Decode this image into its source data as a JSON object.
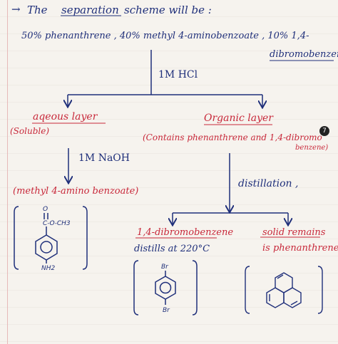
{
  "intro": {
    "arrow": "→",
    "text": "The",
    "underlined": "separation",
    "text2": "scheme will be :"
  },
  "mixture": {
    "line1": "50% phenanthrene , 40% methyl 4-aminobenzoate , 10% 1,4-",
    "line2": "dibromobenzene ."
  },
  "step1": {
    "reagent": "1M HCl"
  },
  "aqueous": {
    "title": "aqeous layer",
    "note": "(Soluble)"
  },
  "organic": {
    "title": "Organic layer",
    "note_line1": "(Contains phenanthrene and 1,4-dibromo",
    "note_line2": "benzene)"
  },
  "step2": {
    "reagent": "1M NaOH"
  },
  "product_aq": {
    "label": "(methyl 4-amino benzoate)"
  },
  "step3": {
    "process": "distillation ,"
  },
  "distill": {
    "line1": "1,4-dibromobenzene",
    "line2": "distills at 220°C"
  },
  "remain": {
    "line1": "solid remains",
    "line2": "is phenanthrene ."
  },
  "structures": {
    "ester_group": "C-O-CH3",
    "carbonyl_o": "O",
    "amine": "NH2",
    "br_top": "Br",
    "br_bottom": "Br"
  },
  "badge": "7",
  "colors": {
    "blue_ink": "#1f2f7a",
    "red_ink": "#c8283a",
    "paper": "#f6f3ee"
  }
}
